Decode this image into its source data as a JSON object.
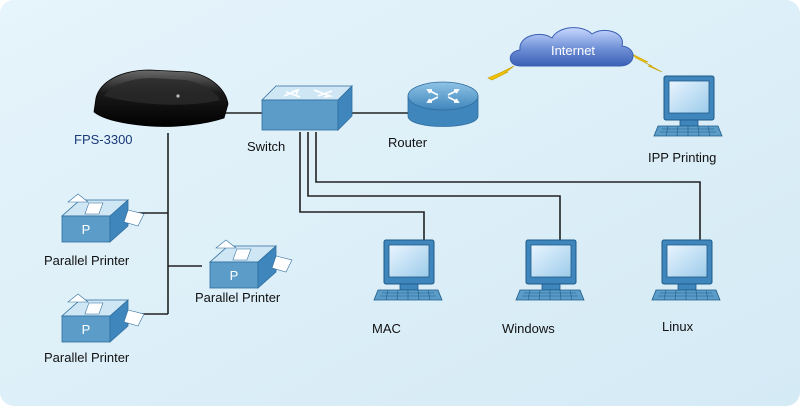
{
  "nodes": {
    "server": "FPS-3300",
    "switch": "Switch",
    "router": "Router",
    "internet": "Internet",
    "ipp": "IPP Printing",
    "printer_top": "Parallel Printer",
    "printer_mid": "Parallel Printer",
    "printer_bottom": "Parallel Printer",
    "mac": "MAC",
    "windows": "Windows",
    "linux": "Linux"
  },
  "printer_glyph": "P",
  "colors": {
    "background": "#dff0f8",
    "line": "#222222",
    "device_blue": "#5b9cc9",
    "cloud_blue": "#6e8fd6",
    "lightning": "#f2c200",
    "server_text": "#1a3a7a"
  }
}
